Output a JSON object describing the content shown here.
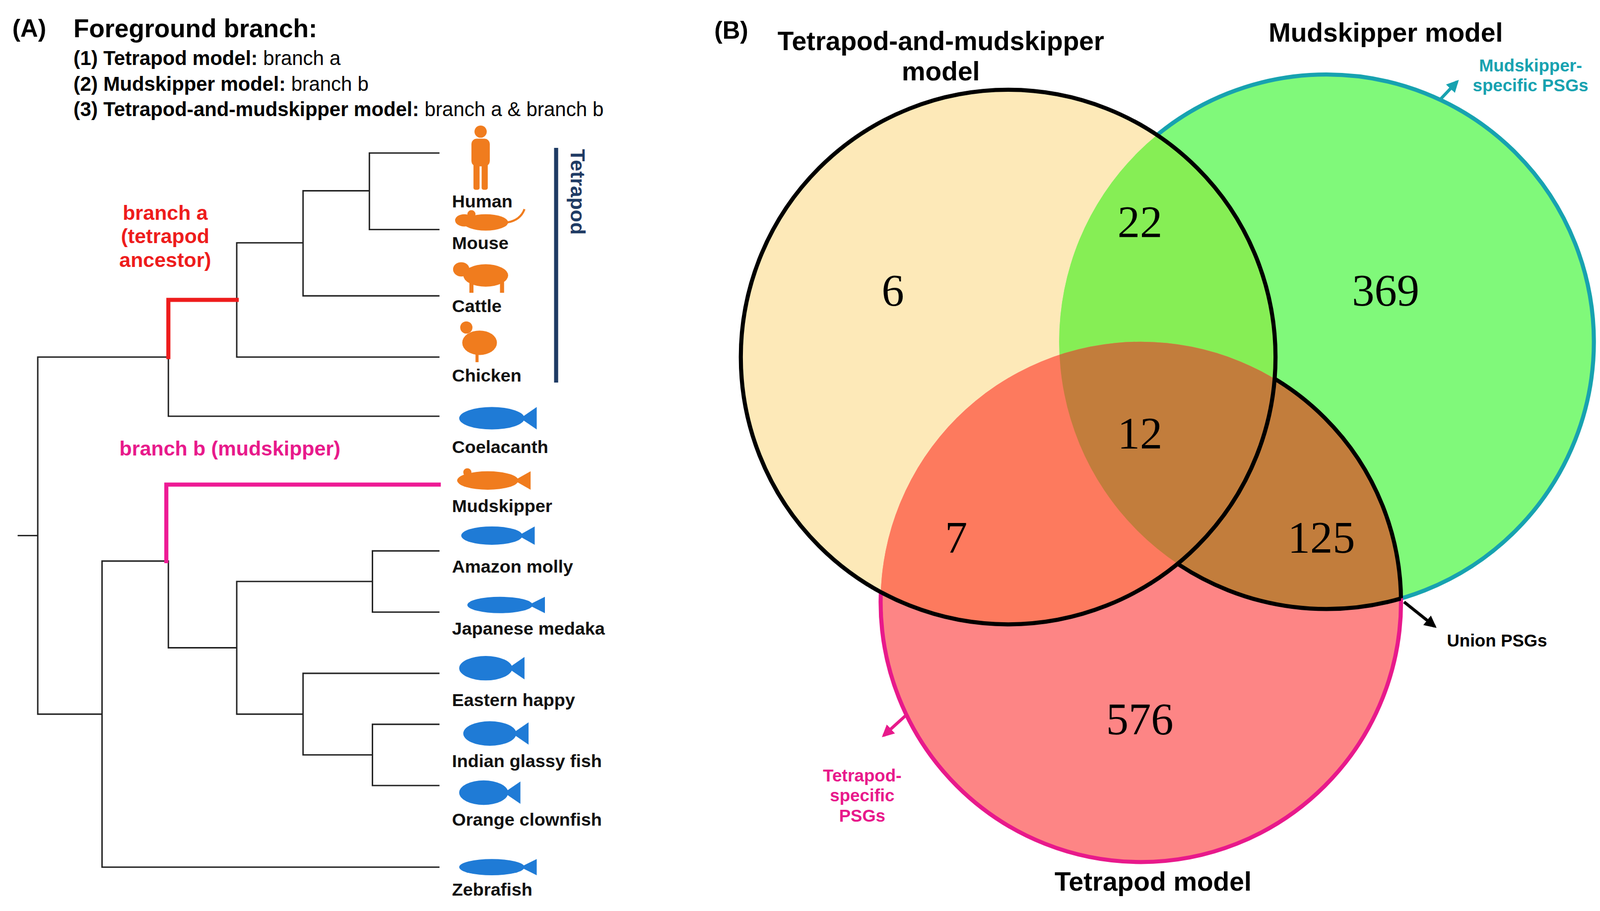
{
  "diagram": {
    "nodes": [
      {
        "text": [
          "Tetrapod-and-mudskipper model"
        ]
      },
      {
        "text": [
          "Mudskipper model"
        ]
      },
      {
        "text": [
          "Tetrapod model"
        ]
      }
    ],
    "labels": [
      "(A)",
      "Foreground branch:",
      "(1) Tetrapod model:",
      "branch a",
      "(2) Mudskipper model:",
      "branch b",
      "(3) Tetrapod-and-mudskipper model:",
      "branch a & branch b",
      "branch a (tetrapod ancestor)",
      "Tetrapod",
      "branch b (mudskipper)",
      "Human",
      "Mouse",
      "Cattle",
      "Chicken",
      "Coelacanth",
      "Mudskipper",
      "Amazon molly",
      "Japanese medaka",
      "Eastern happy",
      "Indian glassy fish",
      "Orange clownfish",
      "Zebrafish",
      "(B)",
      "6",
      "22",
      "369",
      "12",
      "7",
      "125",
      "576",
      "Mudskipper-specific PSGs",
      "Union PSGs",
      "Tetrapod-specific PSGs"
    ]
  }
}
